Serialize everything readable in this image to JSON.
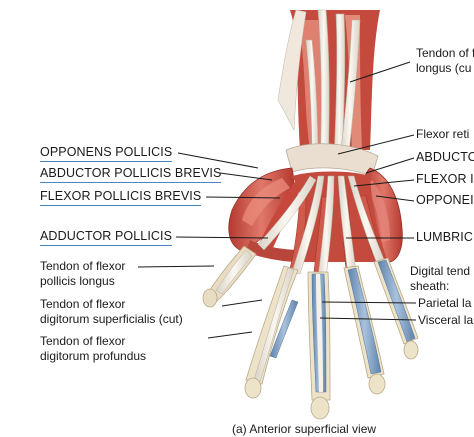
{
  "labels_left": {
    "opponens": "OPPONENS POLLICIS",
    "abductor": "ABDUCTOR POLLICIS BREVIS",
    "flexor_brevis": "FLEXOR POLLICIS BREVIS",
    "adductor": "ADDUCTOR POLLICIS",
    "tendon_fpl_1": "Tendon of flexor",
    "tendon_fpl_2": "pollicis longus",
    "tendon_fds_1": "Tendon of flexor",
    "tendon_fds_2": "digitorum superficialis (cut)",
    "tendon_fdp_1": "Tendon of flexor",
    "tendon_fdp_2": "digitorum profundus"
  },
  "labels_right": {
    "tendon_top_1": "Tendon of f",
    "tendon_top_2": "longus (cu",
    "flexor_ret": "Flexor reti",
    "abductor": "ABDUCTO",
    "flexor": "FLEXOR I",
    "opponens": "OPPONEI",
    "lumbricals": "LUMBRIC",
    "digital_1": "Digital tend",
    "digital_2": "sheath:",
    "parietal": "Parietal la",
    "visceral": "Visceral la"
  },
  "caption": "(a) Anterior superficial view",
  "colors": {
    "muscle": "#c94a3e",
    "muscle_light": "#e07a68",
    "tendon": "#f2ece2",
    "sheath": "#7d9fc4",
    "bone": "#ede3c8",
    "leader": "#1a1a1a",
    "underline": "#4a86c6"
  }
}
